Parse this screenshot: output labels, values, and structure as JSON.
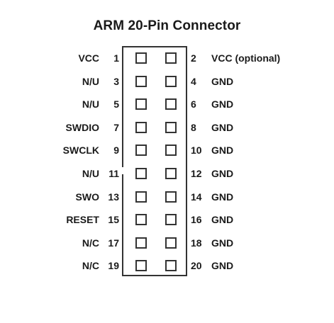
{
  "title": "ARM 20-Pin Connector",
  "pins": [
    {
      "left_signal": "VCC",
      "left_num": "1",
      "right_num": "2",
      "right_signal": "VCC (optional)"
    },
    {
      "left_signal": "N/U",
      "left_num": "3",
      "right_num": "4",
      "right_signal": "GND"
    },
    {
      "left_signal": "N/U",
      "left_num": "5",
      "right_num": "6",
      "right_signal": "GND"
    },
    {
      "left_signal": "SWDIO",
      "left_num": "7",
      "right_num": "8",
      "right_signal": "GND"
    },
    {
      "left_signal": "SWCLK",
      "left_num": "9",
      "right_num": "10",
      "right_signal": "GND"
    },
    {
      "left_signal": "N/U",
      "left_num": "11",
      "right_num": "12",
      "right_signal": "GND"
    },
    {
      "left_signal": "SWO",
      "left_num": "13",
      "right_num": "14",
      "right_signal": "GND"
    },
    {
      "left_signal": "RESET",
      "left_num": "15",
      "right_num": "16",
      "right_signal": "GND"
    },
    {
      "left_signal": "N/C",
      "left_num": "17",
      "right_num": "18",
      "right_signal": "GND"
    },
    {
      "left_signal": "N/C",
      "left_num": "19",
      "right_num": "20",
      "right_signal": "GND"
    }
  ]
}
